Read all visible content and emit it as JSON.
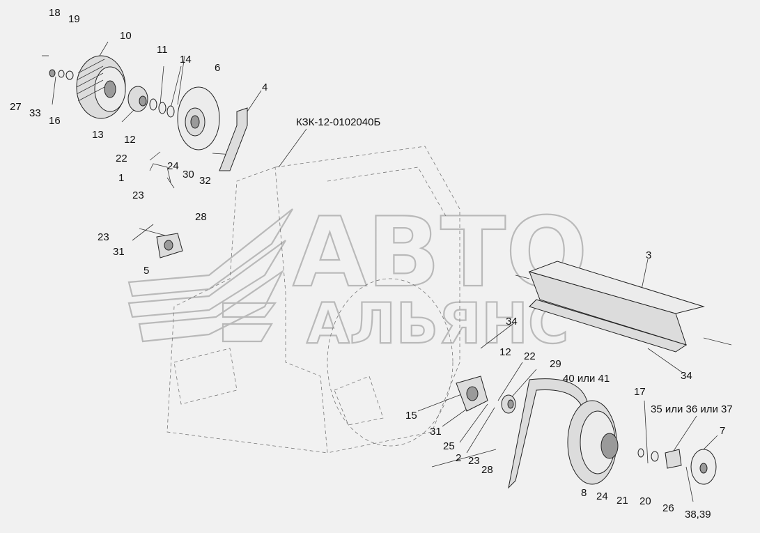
{
  "assembly_code": "КЗК-12-0102040Б",
  "watermark": {
    "line1": "АВТО",
    "line2": "АЛЬЯНС"
  },
  "callouts": [
    {
      "text": "18"
    },
    {
      "text": "19"
    },
    {
      "text": "10"
    },
    {
      "text": "11"
    },
    {
      "text": "14"
    },
    {
      "text": "6"
    },
    {
      "text": "4"
    },
    {
      "text": "27"
    },
    {
      "text": "33"
    },
    {
      "text": "16"
    },
    {
      "text": "13"
    },
    {
      "text": "12"
    },
    {
      "text": "22"
    },
    {
      "text": "1"
    },
    {
      "text": "24"
    },
    {
      "text": "30"
    },
    {
      "text": "32"
    },
    {
      "text": "23"
    },
    {
      "text": "28"
    },
    {
      "text": "23"
    },
    {
      "text": "31"
    },
    {
      "text": "5"
    },
    {
      "text": "3"
    },
    {
      "text": "34"
    },
    {
      "text": "34"
    },
    {
      "text": "12"
    },
    {
      "text": "22"
    },
    {
      "text": "29"
    },
    {
      "text": "40 или 41"
    },
    {
      "text": "15"
    },
    {
      "text": "31"
    },
    {
      "text": "25"
    },
    {
      "text": "2"
    },
    {
      "text": "23"
    },
    {
      "text": "28"
    },
    {
      "text": "17"
    },
    {
      "text": "35 или 36 или 37"
    },
    {
      "text": "7"
    },
    {
      "text": "8"
    },
    {
      "text": "24"
    },
    {
      "text": "21"
    },
    {
      "text": "20"
    },
    {
      "text": "26"
    },
    {
      "text": "38,39"
    }
  ]
}
